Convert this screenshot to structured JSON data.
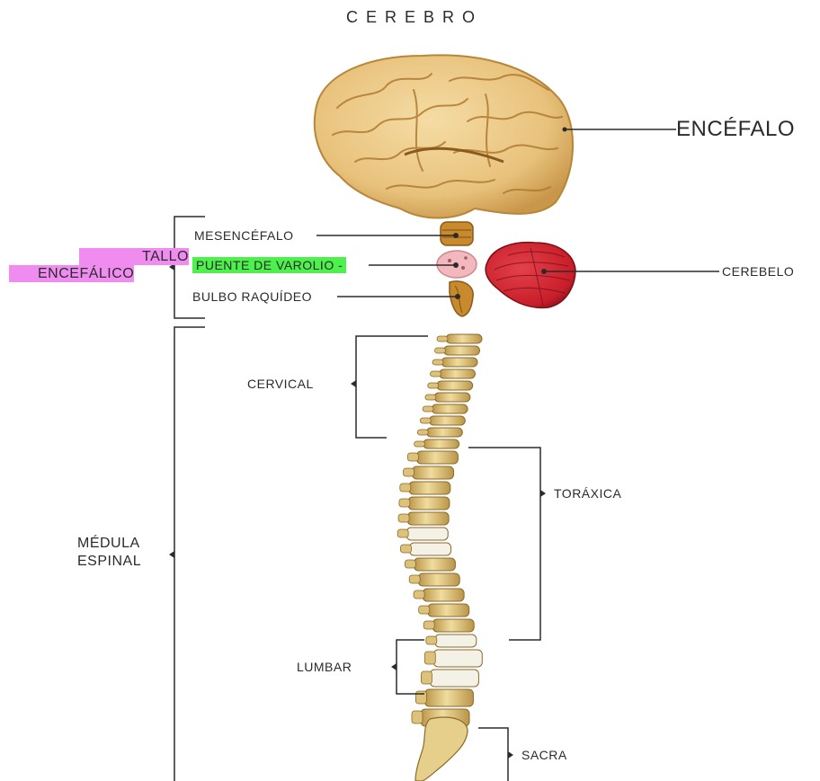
{
  "diagram": {
    "title": "CEREBRO",
    "brain": {
      "label": "ENCÉFALO"
    },
    "brainstem": {
      "group_label_line1": "TALLO",
      "group_label_line2": "ENCEFÁLICO",
      "parts": [
        "MESENCÉFALO",
        "PUENTE DE VAROLIO -",
        "BULBO RAQUÍDEO"
      ]
    },
    "cerebellum": {
      "label": "CEREBELO"
    },
    "spinal_cord": {
      "group_label_line1": "MÉDULA",
      "group_label_line2": "ESPINAL",
      "regions": [
        "CERVICAL",
        "TORÁXICA",
        "LUMBAR",
        "SACRA"
      ]
    },
    "colors": {
      "brain": "#e8c27c",
      "brain_shadow": "#c9974a",
      "cerebellum": "#c81e2a",
      "pons": "#f2b8bd",
      "midbrain": "#c98a2e",
      "vertebra": "#e6cf8a",
      "highlight_pink": "#f08cf0",
      "highlight_green": "#4ef04e",
      "line": "#2b2b2b"
    }
  }
}
